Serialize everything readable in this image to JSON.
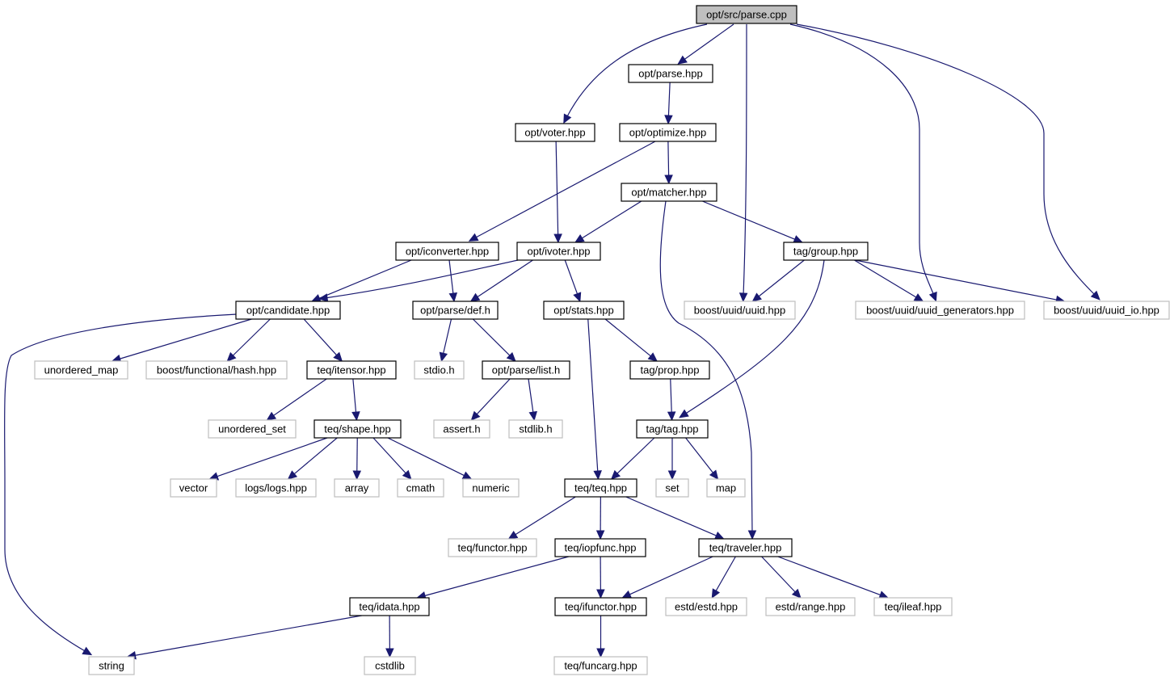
{
  "diagram": {
    "colors": {
      "edge": "#191970",
      "node_border": "#000000",
      "external_border": "#bfbfbf",
      "root_fill": "#bfbfbf"
    },
    "nodes": [
      {
        "id": "root",
        "label": "opt/src/parse.cpp",
        "kind": "root"
      },
      {
        "id": "parse_hpp",
        "label": "opt/parse.hpp",
        "kind": "internal"
      },
      {
        "id": "voter",
        "label": "opt/voter.hpp",
        "kind": "internal"
      },
      {
        "id": "optimize",
        "label": "opt/optimize.hpp",
        "kind": "internal"
      },
      {
        "id": "matcher",
        "label": "opt/matcher.hpp",
        "kind": "internal"
      },
      {
        "id": "iconverter",
        "label": "opt/iconverter.hpp",
        "kind": "internal"
      },
      {
        "id": "ivoter",
        "label": "opt/ivoter.hpp",
        "kind": "internal"
      },
      {
        "id": "group",
        "label": "tag/group.hpp",
        "kind": "internal"
      },
      {
        "id": "candidate",
        "label": "opt/candidate.hpp",
        "kind": "internal"
      },
      {
        "id": "def",
        "label": "opt/parse/def.h",
        "kind": "internal"
      },
      {
        "id": "stats",
        "label": "opt/stats.hpp",
        "kind": "internal"
      },
      {
        "id": "uuid",
        "label": "boost/uuid/uuid.hpp",
        "kind": "external"
      },
      {
        "id": "uuid_gen",
        "label": "boost/uuid/uuid_generators.hpp",
        "kind": "external"
      },
      {
        "id": "uuid_io",
        "label": "boost/uuid/uuid_io.hpp",
        "kind": "external"
      },
      {
        "id": "unordered_map",
        "label": "unordered_map",
        "kind": "external"
      },
      {
        "id": "hash",
        "label": "boost/functional/hash.hpp",
        "kind": "external"
      },
      {
        "id": "itensor",
        "label": "teq/itensor.hpp",
        "kind": "internal"
      },
      {
        "id": "stdio",
        "label": "stdio.h",
        "kind": "external"
      },
      {
        "id": "list",
        "label": "opt/parse/list.h",
        "kind": "internal"
      },
      {
        "id": "prop",
        "label": "tag/prop.hpp",
        "kind": "internal"
      },
      {
        "id": "unordered_set",
        "label": "unordered_set",
        "kind": "external"
      },
      {
        "id": "shape",
        "label": "teq/shape.hpp",
        "kind": "internal"
      },
      {
        "id": "assert",
        "label": "assert.h",
        "kind": "external"
      },
      {
        "id": "stdlib",
        "label": "stdlib.h",
        "kind": "external"
      },
      {
        "id": "tag",
        "label": "tag/tag.hpp",
        "kind": "internal"
      },
      {
        "id": "vector",
        "label": "vector",
        "kind": "external"
      },
      {
        "id": "logs",
        "label": "logs/logs.hpp",
        "kind": "external"
      },
      {
        "id": "array",
        "label": "array",
        "kind": "external"
      },
      {
        "id": "cmath",
        "label": "cmath",
        "kind": "external"
      },
      {
        "id": "numeric",
        "label": "numeric",
        "kind": "external"
      },
      {
        "id": "teq",
        "label": "teq/teq.hpp",
        "kind": "internal"
      },
      {
        "id": "set",
        "label": "set",
        "kind": "external"
      },
      {
        "id": "map",
        "label": "map",
        "kind": "external"
      },
      {
        "id": "functor",
        "label": "teq/functor.hpp",
        "kind": "external"
      },
      {
        "id": "iopfunc",
        "label": "teq/iopfunc.hpp",
        "kind": "internal"
      },
      {
        "id": "traveler",
        "label": "teq/traveler.hpp",
        "kind": "internal"
      },
      {
        "id": "idata",
        "label": "teq/idata.hpp",
        "kind": "internal"
      },
      {
        "id": "ifunctor",
        "label": "teq/ifunctor.hpp",
        "kind": "internal"
      },
      {
        "id": "estd",
        "label": "estd/estd.hpp",
        "kind": "external"
      },
      {
        "id": "range",
        "label": "estd/range.hpp",
        "kind": "external"
      },
      {
        "id": "ileaf",
        "label": "teq/ileaf.hpp",
        "kind": "external"
      },
      {
        "id": "string",
        "label": "string",
        "kind": "external"
      },
      {
        "id": "cstdlib",
        "label": "cstdlib",
        "kind": "external"
      },
      {
        "id": "funcarg",
        "label": "teq/funcarg.hpp",
        "kind": "external"
      }
    ],
    "edges": [
      {
        "from": "root",
        "to": "parse_hpp"
      },
      {
        "from": "root",
        "to": "voter"
      },
      {
        "from": "root",
        "to": "uuid"
      },
      {
        "from": "root",
        "to": "uuid_gen"
      },
      {
        "from": "root",
        "to": "uuid_io"
      },
      {
        "from": "parse_hpp",
        "to": "optimize"
      },
      {
        "from": "voter",
        "to": "ivoter"
      },
      {
        "from": "optimize",
        "to": "iconverter"
      },
      {
        "from": "optimize",
        "to": "matcher"
      },
      {
        "from": "matcher",
        "to": "ivoter"
      },
      {
        "from": "matcher",
        "to": "group"
      },
      {
        "from": "matcher",
        "to": "traveler"
      },
      {
        "from": "iconverter",
        "to": "candidate"
      },
      {
        "from": "iconverter",
        "to": "def"
      },
      {
        "from": "ivoter",
        "to": "candidate"
      },
      {
        "from": "ivoter",
        "to": "def"
      },
      {
        "from": "ivoter",
        "to": "stats"
      },
      {
        "from": "group",
        "to": "uuid"
      },
      {
        "from": "group",
        "to": "uuid_gen"
      },
      {
        "from": "group",
        "to": "uuid_io"
      },
      {
        "from": "group",
        "to": "tag"
      },
      {
        "from": "candidate",
        "to": "unordered_map"
      },
      {
        "from": "candidate",
        "to": "hash"
      },
      {
        "from": "candidate",
        "to": "itensor"
      },
      {
        "from": "candidate",
        "to": "string"
      },
      {
        "from": "def",
        "to": "stdio"
      },
      {
        "from": "def",
        "to": "list"
      },
      {
        "from": "stats",
        "to": "prop"
      },
      {
        "from": "stats",
        "to": "teq"
      },
      {
        "from": "itensor",
        "to": "unordered_set"
      },
      {
        "from": "itensor",
        "to": "shape"
      },
      {
        "from": "list",
        "to": "assert"
      },
      {
        "from": "list",
        "to": "stdlib"
      },
      {
        "from": "prop",
        "to": "tag"
      },
      {
        "from": "shape",
        "to": "vector"
      },
      {
        "from": "shape",
        "to": "logs"
      },
      {
        "from": "shape",
        "to": "array"
      },
      {
        "from": "shape",
        "to": "cmath"
      },
      {
        "from": "shape",
        "to": "numeric"
      },
      {
        "from": "tag",
        "to": "teq"
      },
      {
        "from": "tag",
        "to": "set"
      },
      {
        "from": "tag",
        "to": "map"
      },
      {
        "from": "teq",
        "to": "functor"
      },
      {
        "from": "teq",
        "to": "iopfunc"
      },
      {
        "from": "teq",
        "to": "traveler"
      },
      {
        "from": "iopfunc",
        "to": "idata"
      },
      {
        "from": "iopfunc",
        "to": "ifunctor"
      },
      {
        "from": "traveler",
        "to": "ifunctor"
      },
      {
        "from": "traveler",
        "to": "estd"
      },
      {
        "from": "traveler",
        "to": "range"
      },
      {
        "from": "traveler",
        "to": "ileaf"
      },
      {
        "from": "idata",
        "to": "string"
      },
      {
        "from": "idata",
        "to": "cstdlib"
      },
      {
        "from": "ifunctor",
        "to": "funcarg"
      }
    ]
  }
}
